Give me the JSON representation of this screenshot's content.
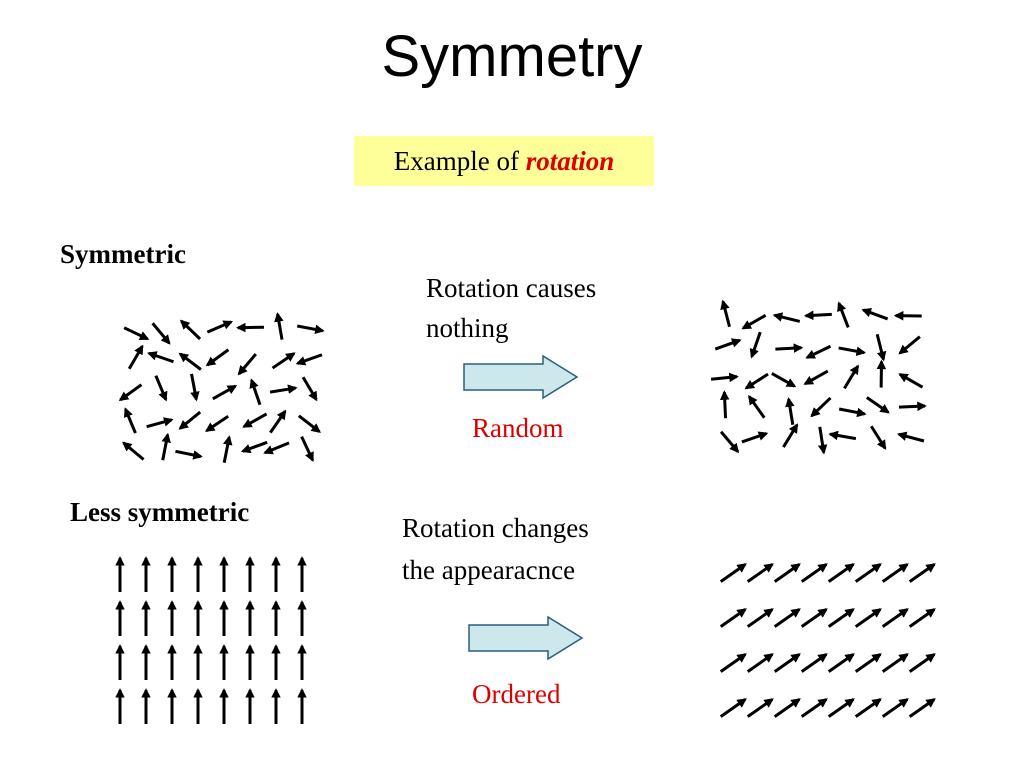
{
  "title": "Symmetry",
  "example": {
    "prefix": "Example of",
    "accent": "rotation",
    "accent_color": "#dd0000",
    "background": "#ffff99"
  },
  "rows": [
    {
      "label": "Symmetric",
      "caption_line1": "Rotation causes",
      "caption_line2": "nothing",
      "result": "Random",
      "result_color": "#dd0000"
    },
    {
      "label": "Less symmetric",
      "caption_line1": "Rotation changes",
      "caption_line2": "the appearacnce",
      "result": "Ordered",
      "result_color": "#dd0000"
    }
  ],
  "arrow_fill": "#cce8ec",
  "arrow_stroke": "#2a5f78"
}
